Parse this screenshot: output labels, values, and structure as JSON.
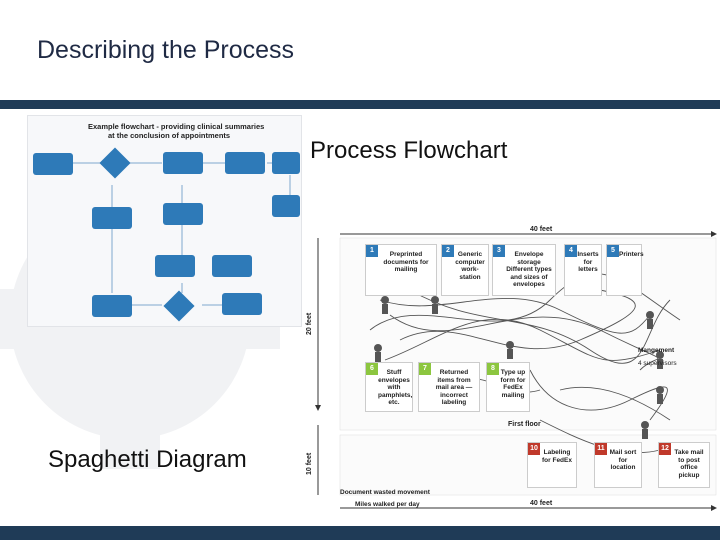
{
  "slide": {
    "title": "Describing the Process",
    "process_flowchart_label": "Process Flowchart",
    "spaghetti_label": "Spaghetti Diagram"
  },
  "flowchart": {
    "title_line1": "Example flowchart - providing clinical summaries",
    "title_line2": "at the conclusion of appointments"
  },
  "spaghetti": {
    "width_top": "40 feet",
    "width_bottom": "40 feet",
    "height_main": "20 feet",
    "height_lower": "10 feet",
    "first_floor": "First floor",
    "legend_movement": "Document wasted movement",
    "legend_miles": "Miles walked per day",
    "management": "Mangement",
    "supervisors": "4 supervisors",
    "stations": [
      {
        "num": "1",
        "label": "Preprinted documents for mailing"
      },
      {
        "num": "2",
        "label": "Generic computer work-station"
      },
      {
        "num": "3",
        "label": "Envelope storage Different types and sizes of envelopes"
      },
      {
        "num": "4",
        "label": "Inserts for letters"
      },
      {
        "num": "5",
        "label": "Printers"
      },
      {
        "num": "6",
        "label": "Stuff envelopes with pamphlets, etc."
      },
      {
        "num": "7",
        "label": "Returned items from mail area — incorrect labeling"
      },
      {
        "num": "8",
        "label": "Type up form for FedEx mailing"
      },
      {
        "num": "10",
        "label": "Labeling for FedEx"
      },
      {
        "num": "11",
        "label": "Mail sort for location"
      },
      {
        "num": "12",
        "label": "Take mail to post office pickup"
      }
    ]
  }
}
